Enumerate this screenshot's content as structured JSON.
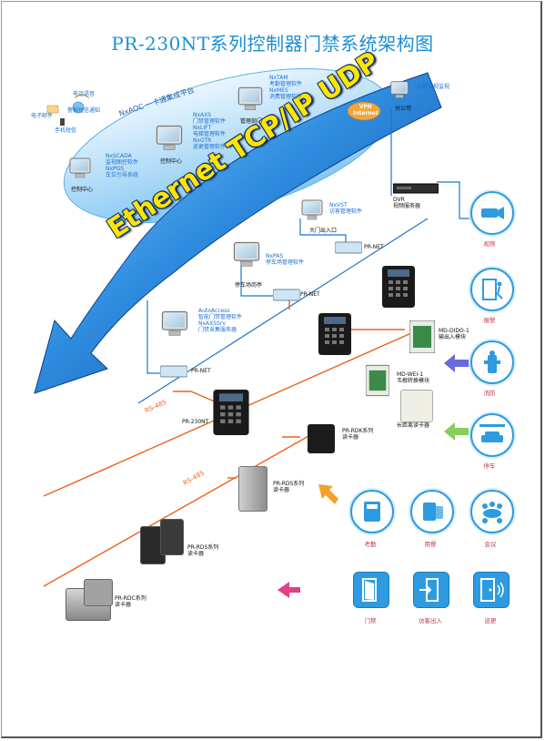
{
  "title": "PR-230NT系列控制器门禁系统架构图",
  "ethernet_banner": "Ethernet TCP/IP UDP",
  "platform_label": "NxAOC 一卡通集成平台",
  "vpn_label": "VPN\nInternet",
  "arrow_top_left_labels": {
    "phone": "电话语音",
    "email": "电子邮件",
    "sms": "警报短信通知",
    "mobile": "手机短信"
  },
  "pcs": {
    "control_center": {
      "caption": "控制中心",
      "software": "NxSCADA\n监视图控软件\nNxPGS\n车位引导系统"
    },
    "control_center2": {
      "caption": "控制中心",
      "software": "NxAXS\n门禁管理软件\nNxLIFT\n电梯管理软件\nNxGTR\n巡更管理软件"
    },
    "mgmt_dept": {
      "caption": "管理部门",
      "software": "NxTAM\n考勤管理软件\nNxMES\n消费管理软件"
    },
    "branch": {
      "caption": "分公司",
      "software": "远程可视监视"
    },
    "gate": {
      "caption": "大门出入口",
      "software": "NxVST\n访客管理软件"
    },
    "parking": {
      "caption": "停车场岗亭",
      "software": "NxPAS\n停车场管理软件"
    },
    "access_server": {
      "caption": "",
      "software": "AutoAccess\n智能门禁管理软件\nNxAXSSrv\n门禁采集服务器"
    }
  },
  "devices": {
    "dvr": "DVR\n视频服务器",
    "prnet1": "PR-NET",
    "prnet2": "PR-NET",
    "prnet3": "PR-NET",
    "pr230nt": "PR-230NT",
    "md_dido": "MD-DIDO-1\n输出入模块",
    "md_wei": "MD-WEI-1\n韦根转换模块",
    "long_reader": "长距离读卡器",
    "pr_rdk": "PR-RDK系列\n读卡器",
    "pr_rds": "PR-RDS系列\n读卡器",
    "pr_rds2": "PR-RDS系列\n读卡器",
    "pr_rdc": "PR-RDC系列\n读卡器"
  },
  "bus_labels": {
    "rs485_1": "RS-485",
    "rs485_2": "RS-485"
  },
  "right_icons": [
    {
      "label": "视频",
      "icon": "camera-icon"
    },
    {
      "label": "报警",
      "icon": "exit-door-icon"
    },
    {
      "label": "消防",
      "icon": "hydrant-icon"
    },
    {
      "label": "停车",
      "icon": "car-barrier-icon"
    }
  ],
  "bottom_icons_row1": [
    {
      "label": "考勤",
      "icon": "attendance-icon"
    },
    {
      "label": "用餐",
      "icon": "dining-icon"
    },
    {
      "label": "会议",
      "icon": "meeting-icon"
    }
  ],
  "bottom_icons_row2": [
    {
      "label": "门禁",
      "icon": "door-icon"
    },
    {
      "label": "访客出入",
      "icon": "visitor-icon"
    },
    {
      "label": "巡更",
      "icon": "patrol-icon"
    }
  ],
  "colors": {
    "title": "#1a8fd6",
    "arrow_blue": "#1b6bcf",
    "bus_orange": "#e8641e",
    "line_blue": "#1e78c8",
    "banner_yellow": "#ffe500"
  }
}
